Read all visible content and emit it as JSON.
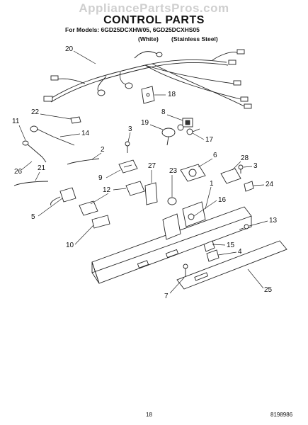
{
  "watermark": "AppliancePartsPros.com",
  "title": "CONTROL PARTS",
  "models_line": "For Models: 6GD25DCXHW05, 6GD25DCXHS05",
  "variants": {
    "white": "(White)",
    "steel": "(Stainless Steel)"
  },
  "callouts": [
    "20",
    "18",
    "8",
    "19",
    "17",
    "22",
    "11",
    "14",
    "3",
    "2",
    "6",
    "28",
    "3",
    "27",
    "23",
    "9",
    "26",
    "21",
    "24",
    "12",
    "1",
    "16",
    "5",
    "13",
    "10",
    "15",
    "4",
    "7",
    "25"
  ],
  "footer": {
    "page": "18",
    "doc_number": "8198986"
  }
}
